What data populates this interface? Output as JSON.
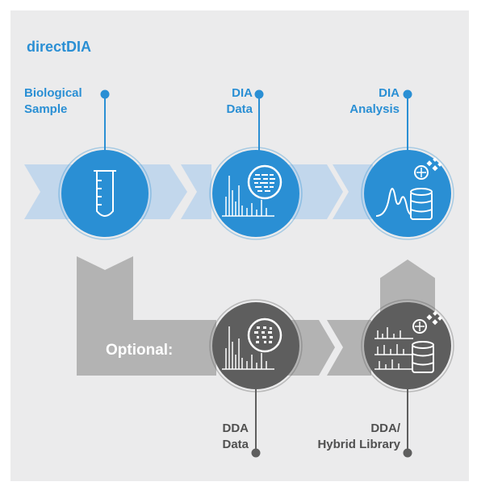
{
  "title": "directDIA",
  "optional_label": "Optional:",
  "top_row": [
    {
      "label": "Biological\nSample",
      "icon": "test-tube-icon"
    },
    {
      "label": "DIA\nData",
      "icon": "spectrum-with-gel-icon"
    },
    {
      "label": "DIA\nAnalysis",
      "icon": "peaks-with-database-icon"
    }
  ],
  "bottom_row": [
    {
      "label": "DDA\nData",
      "icon": "spectrum-with-gel-icon"
    },
    {
      "label": "DDA/\nHybrid Library",
      "icon": "library-with-database-icon"
    }
  ],
  "colors": {
    "blue": "#2a8fd4",
    "light_blue_band": "#c2d7ec",
    "gray_band": "#b3b3b3",
    "gray_circle": "#5e5e5e",
    "background": "#ebebec"
  }
}
